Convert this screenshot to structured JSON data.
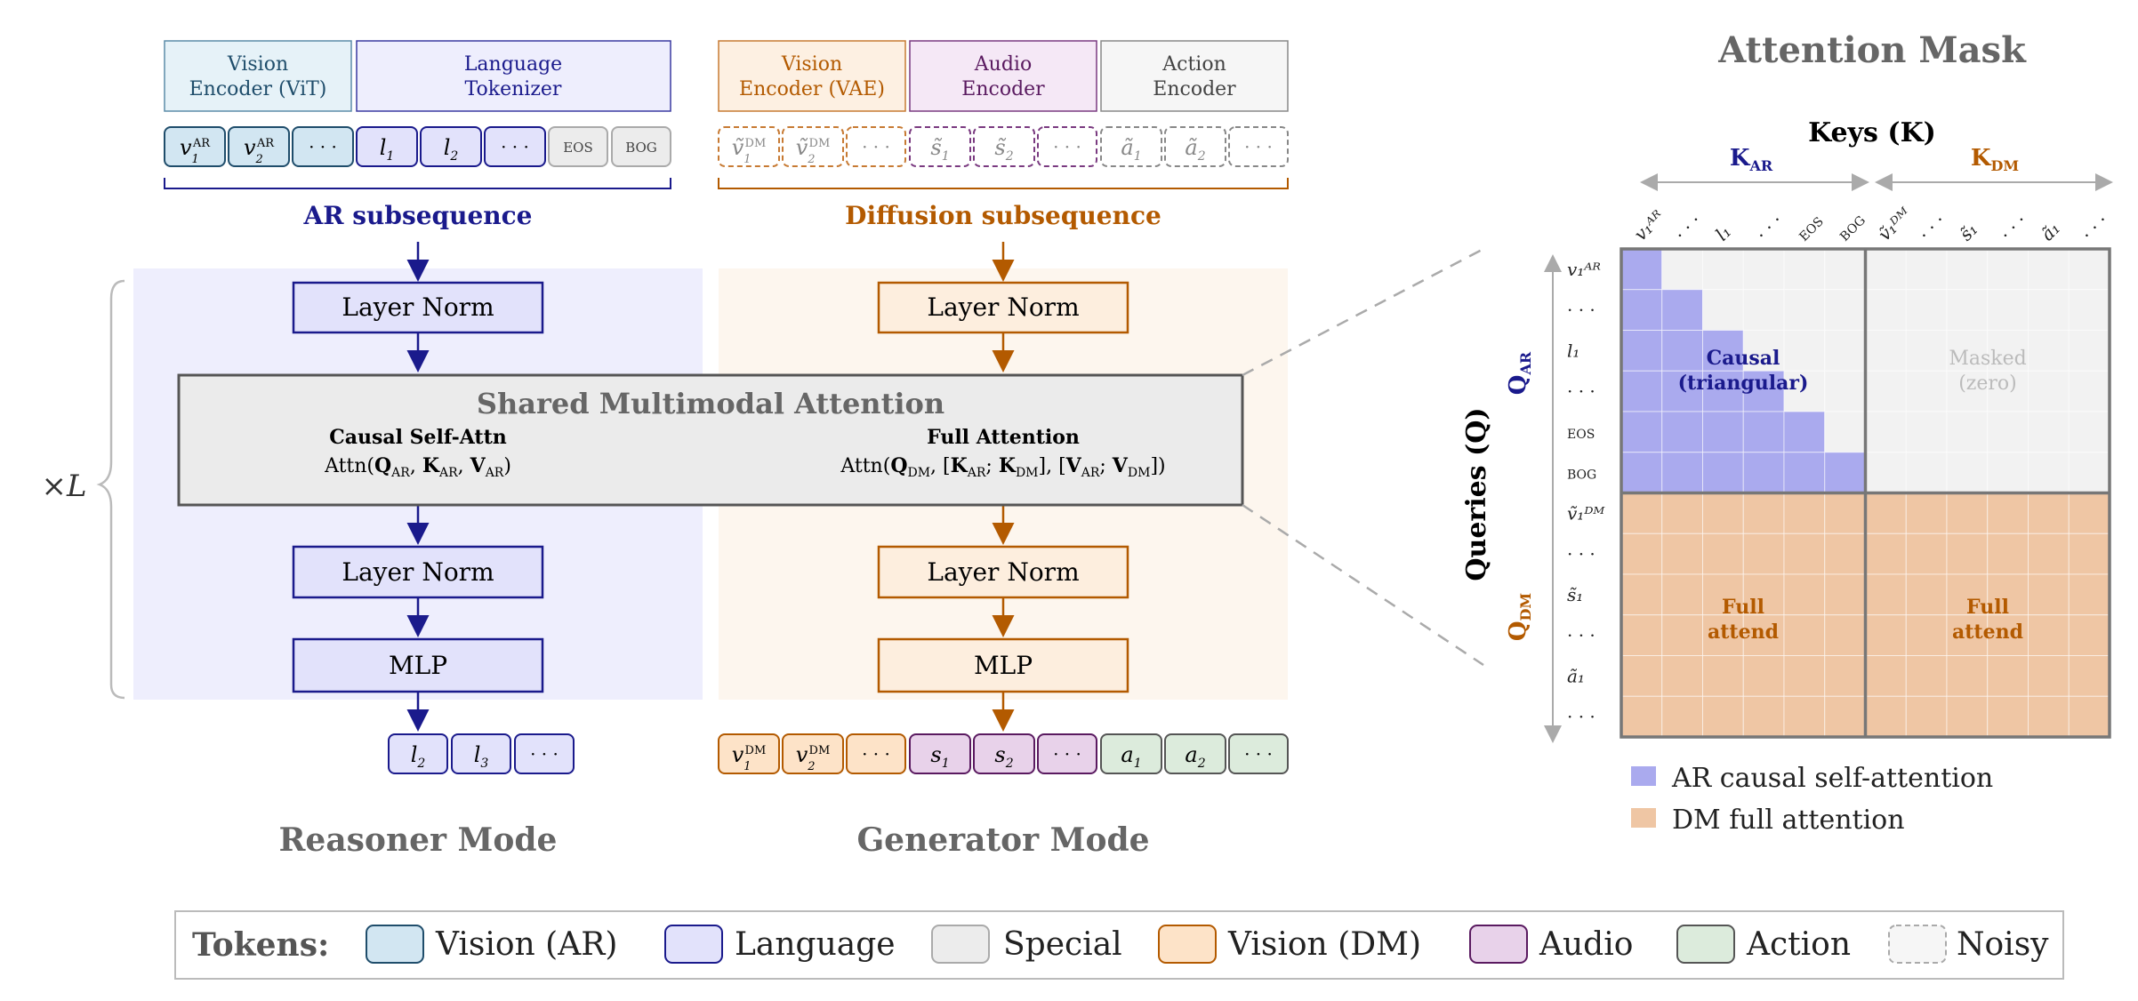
{
  "colors": {
    "ar_blue": "#1a1a8c",
    "dm_orange": "#b35a00",
    "vision_ar_fill": "#d2e6f2",
    "language_fill": "#e2e2fb",
    "special_fill": "#ececec",
    "vision_dm_fill": "#fde3c8",
    "audio_fill": "#e8d2ea",
    "action_fill": "#dcebdc",
    "ar_region_fill": "#eeeefd",
    "dm_region_fill": "#fdf6ee",
    "shared_fill": "#ebebeb",
    "causal_cell": "#aaaaee",
    "masked_cell": "#f2f2f2",
    "full_cell": "#efc6a4"
  },
  "encoders": {
    "vision_vit": [
      "Vision",
      "Encoder (ViT)"
    ],
    "language_tokenizer": [
      "Language",
      "Tokenizer"
    ],
    "vision_vae": [
      "Vision",
      "Encoder (VAE)"
    ],
    "audio_encoder": [
      "Audio",
      "Encoder"
    ],
    "action_encoder": [
      "Action",
      "Encoder"
    ]
  },
  "tokens": {
    "dots": "· · ·",
    "eos": "EOS",
    "bog": "BOG"
  },
  "labels": {
    "ar_subsequence": "AR subsequence",
    "diffusion_subsequence": "Diffusion subsequence",
    "layer_norm": "Layer Norm",
    "mlp": "MLP",
    "times_l": "×L",
    "shared_attention": "Shared Multimodal Attention",
    "causal_self_attn": "Causal Self-Attn",
    "full_attention": "Full Attention",
    "reasoner_mode": "Reasoner Mode",
    "generator_mode": "Generator Mode"
  },
  "mask": {
    "title": "Attention Mask",
    "keys_label": "Keys (K)",
    "queries_label": "Queries (Q)",
    "k_ar": "K",
    "k_dm": "K",
    "sub_ar": "AR",
    "sub_dm": "DM",
    "col_labels": [
      "v₁ᴬᴿ",
      "· · ·",
      "l₁",
      "· · ·",
      "EOS",
      "BOG",
      "ṽ₁ᴰᴹ",
      "· · ·",
      "s̃₁",
      "· · ·",
      "ã₁",
      "· · ·"
    ],
    "row_labels": [
      "v₁ᴬᴿ",
      "· · ·",
      "l₁",
      "· · ·",
      "EOS",
      "BOG",
      "ṽ₁ᴰᴹ",
      "· · ·",
      "s̃₁",
      "· · ·",
      "ã₁",
      "· · ·"
    ],
    "causal_label": [
      "Causal",
      "(triangular)"
    ],
    "masked_label": [
      "Masked",
      "(zero)"
    ],
    "full_label": [
      "Full",
      "attend"
    ],
    "legend_ar": "AR causal self-attention",
    "legend_dm": "DM full attention"
  },
  "legend": {
    "title": "Tokens:",
    "items": [
      "Vision (AR)",
      "Language",
      "Special",
      "Vision (DM)",
      "Audio",
      "Action",
      "Noisy"
    ]
  }
}
